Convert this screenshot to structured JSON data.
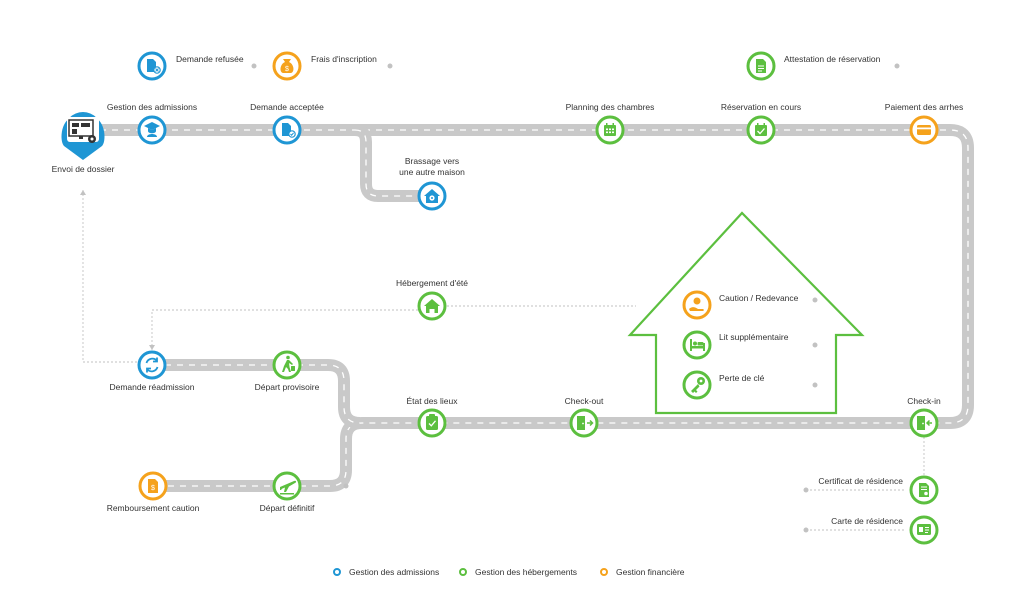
{
  "colors": {
    "admissions": "#1f96d4",
    "hebergements": "#5cbf3f",
    "financiere": "#f5a21c",
    "road": "#c9c9c9",
    "road_dash": "#ffffff",
    "connector": "#c2c2c2",
    "house": "#5cbf3f"
  },
  "nodes": {
    "envoi_dossier": "Envoi de dossier",
    "demande_refusee": "Demande refusée",
    "frais_inscription": "Frais d'inscription",
    "gestion_admissions": "Gestion des admissions",
    "demande_acceptee": "Demande acceptée",
    "brassage": [
      "Brassage vers",
      "une autre maison"
    ],
    "planning_chambres": "Planning des chambres",
    "attestation_reservation": "Attestation de réservation",
    "reservation_en_cours": "Réservation en cours",
    "paiement_arrhes": "Paiement des arrhes",
    "hebergement_ete": "Hébergement d'été",
    "caution_redevance": "Caution / Redevance",
    "lit_supplementaire": "Lit supplémentaire",
    "perte_cle": "Perte de clé",
    "demande_readmission": "Demande réadmission",
    "depart_provisoire": "Départ provisoire",
    "etat_lieux": "État des lieux",
    "check_out": "Check-out",
    "check_in": "Check-in",
    "remboursement_caution": "Remboursement caution",
    "depart_definitif": "Départ définitif",
    "certificat_residence": "Certificat de résidence",
    "carte_residence": "Carte de résidence"
  },
  "icons": {
    "envoi_dossier": "dossier-monitor-icon",
    "demande_refusee": "document-refused-icon",
    "frais_inscription": "money-bag-icon",
    "gestion_admissions": "graduate-icon",
    "demande_acceptee": "document-accepted-icon",
    "brassage": "house-gear-icon",
    "planning_chambres": "calendar-icon",
    "attestation_reservation": "document-icon",
    "reservation_en_cours": "calendar-check-icon",
    "paiement_arrhes": "credit-card-icon",
    "hebergement_ete": "home-icon",
    "caution_redevance": "hand-coin-icon",
    "lit_supplementaire": "bed-icon",
    "perte_cle": "key-icon",
    "demande_readmission": "refresh-icon",
    "depart_provisoire": "walking-luggage-icon",
    "etat_lieux": "clipboard-check-icon",
    "check_out": "door-exit-icon",
    "check_in": "door-enter-icon",
    "remboursement_caution": "refund-document-icon",
    "depart_definitif": "airplane-icon",
    "certificat_residence": "certificate-icon",
    "carte_residence": "id-card-icon"
  },
  "legend": {
    "admissions": "Gestion des admissions",
    "hebergements": "Gestion des hébergements",
    "financiere": "Gestion financière"
  }
}
